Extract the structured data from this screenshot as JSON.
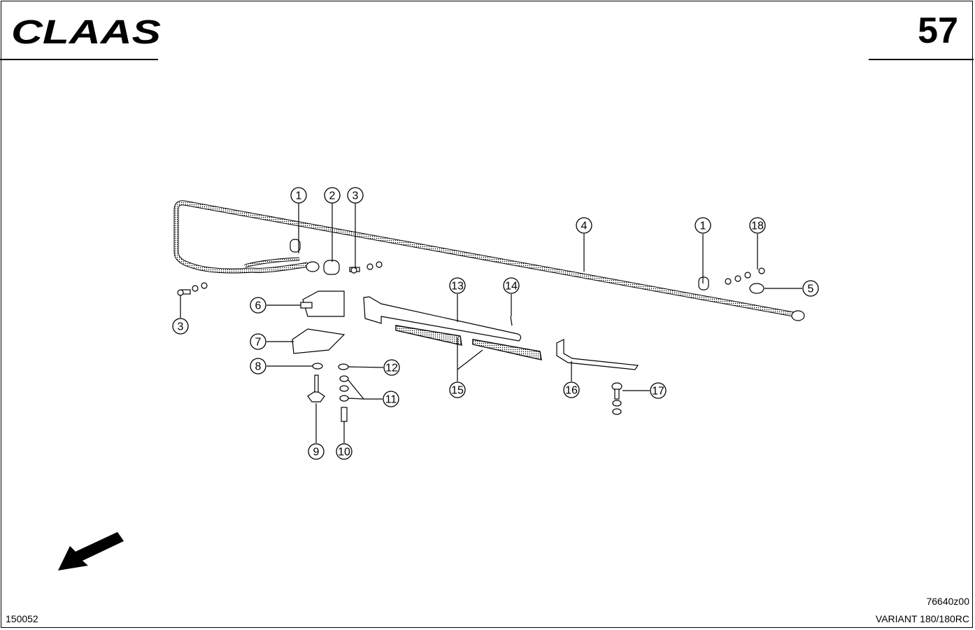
{
  "header": {
    "brand": "CLAAS",
    "page_number": "57"
  },
  "callouts": [
    "1",
    "2",
    "3",
    "3",
    "4",
    "1",
    "18",
    "5",
    "6",
    "7",
    "8",
    "12",
    "11",
    "9",
    "10",
    "13",
    "14",
    "15",
    "16",
    "17"
  ],
  "footer": {
    "page_code": "150052",
    "drawing_number": "76640z00",
    "model": "VARIANT 180/180RC"
  }
}
